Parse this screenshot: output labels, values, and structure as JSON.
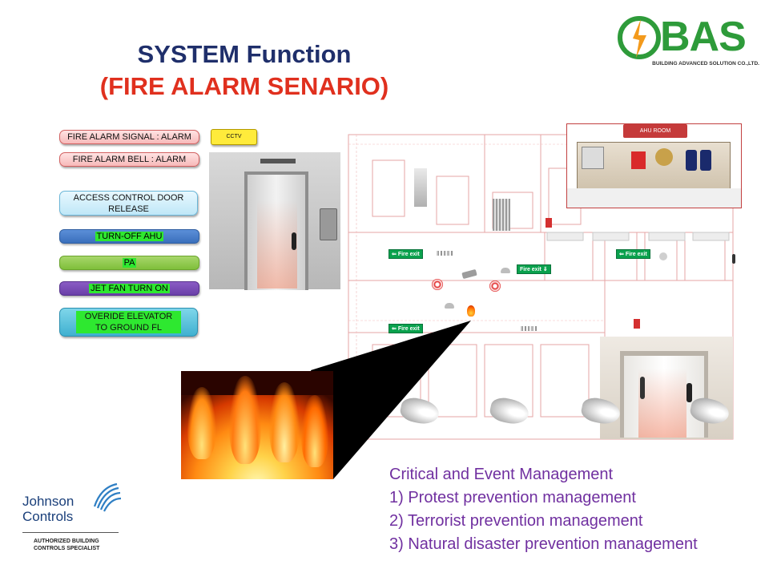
{
  "header": {
    "title_line1": "SYSTEM Function",
    "title_line2": "(FIRE ALARM SENARIO)"
  },
  "logo_bas": {
    "brand": "BAS",
    "tagline": "BUILDING ADVANCED SOLUTION CO.,LTD."
  },
  "logo_jc": {
    "line1": "Johnson",
    "line2": "Controls",
    "sub1": "AUTHORIZED BUILDING",
    "sub2": "CONTROLS SPECIALIST"
  },
  "labels": {
    "fire_signal": "FIRE ALARM  SIGNAL : ALARM",
    "fire_bell": "FIRE ALARM  BELL  : ALARM",
    "cctv": "CCTV",
    "access_control": "ACCESS  CONTROL  DOOR  RELEASE",
    "turn_off_ahu": "TURN-OFF  AHU",
    "pa": "PA",
    "jet_fan": "JET   FAN  TURN  ON",
    "override_elevator": "OVERIDE ELEVATOR  TO  GROUND  FL",
    "ahu_room": "AHU ROOM"
  },
  "plan_labels": {
    "fire_exit": "Fire exit"
  },
  "critical": {
    "heading": "Critical and Event Management",
    "items": [
      "1) Protest prevention management",
      "2) Terrorist prevention management",
      "3) Natural disaster prevention management"
    ]
  },
  "colors": {
    "title_navy": "#1f2f6b",
    "title_red": "#e0301e",
    "purple_text": "#7030a0",
    "bas_green": "#2e9b3a",
    "highlight_green": "#2ee830"
  },
  "icons": [
    "lightning-icon",
    "jc-sphere-icon",
    "fire-exit-sign-icon",
    "alarm-bell-icon",
    "smoke-detector-icon",
    "cctv-camera-icon",
    "speaker-icon",
    "person-icon"
  ]
}
